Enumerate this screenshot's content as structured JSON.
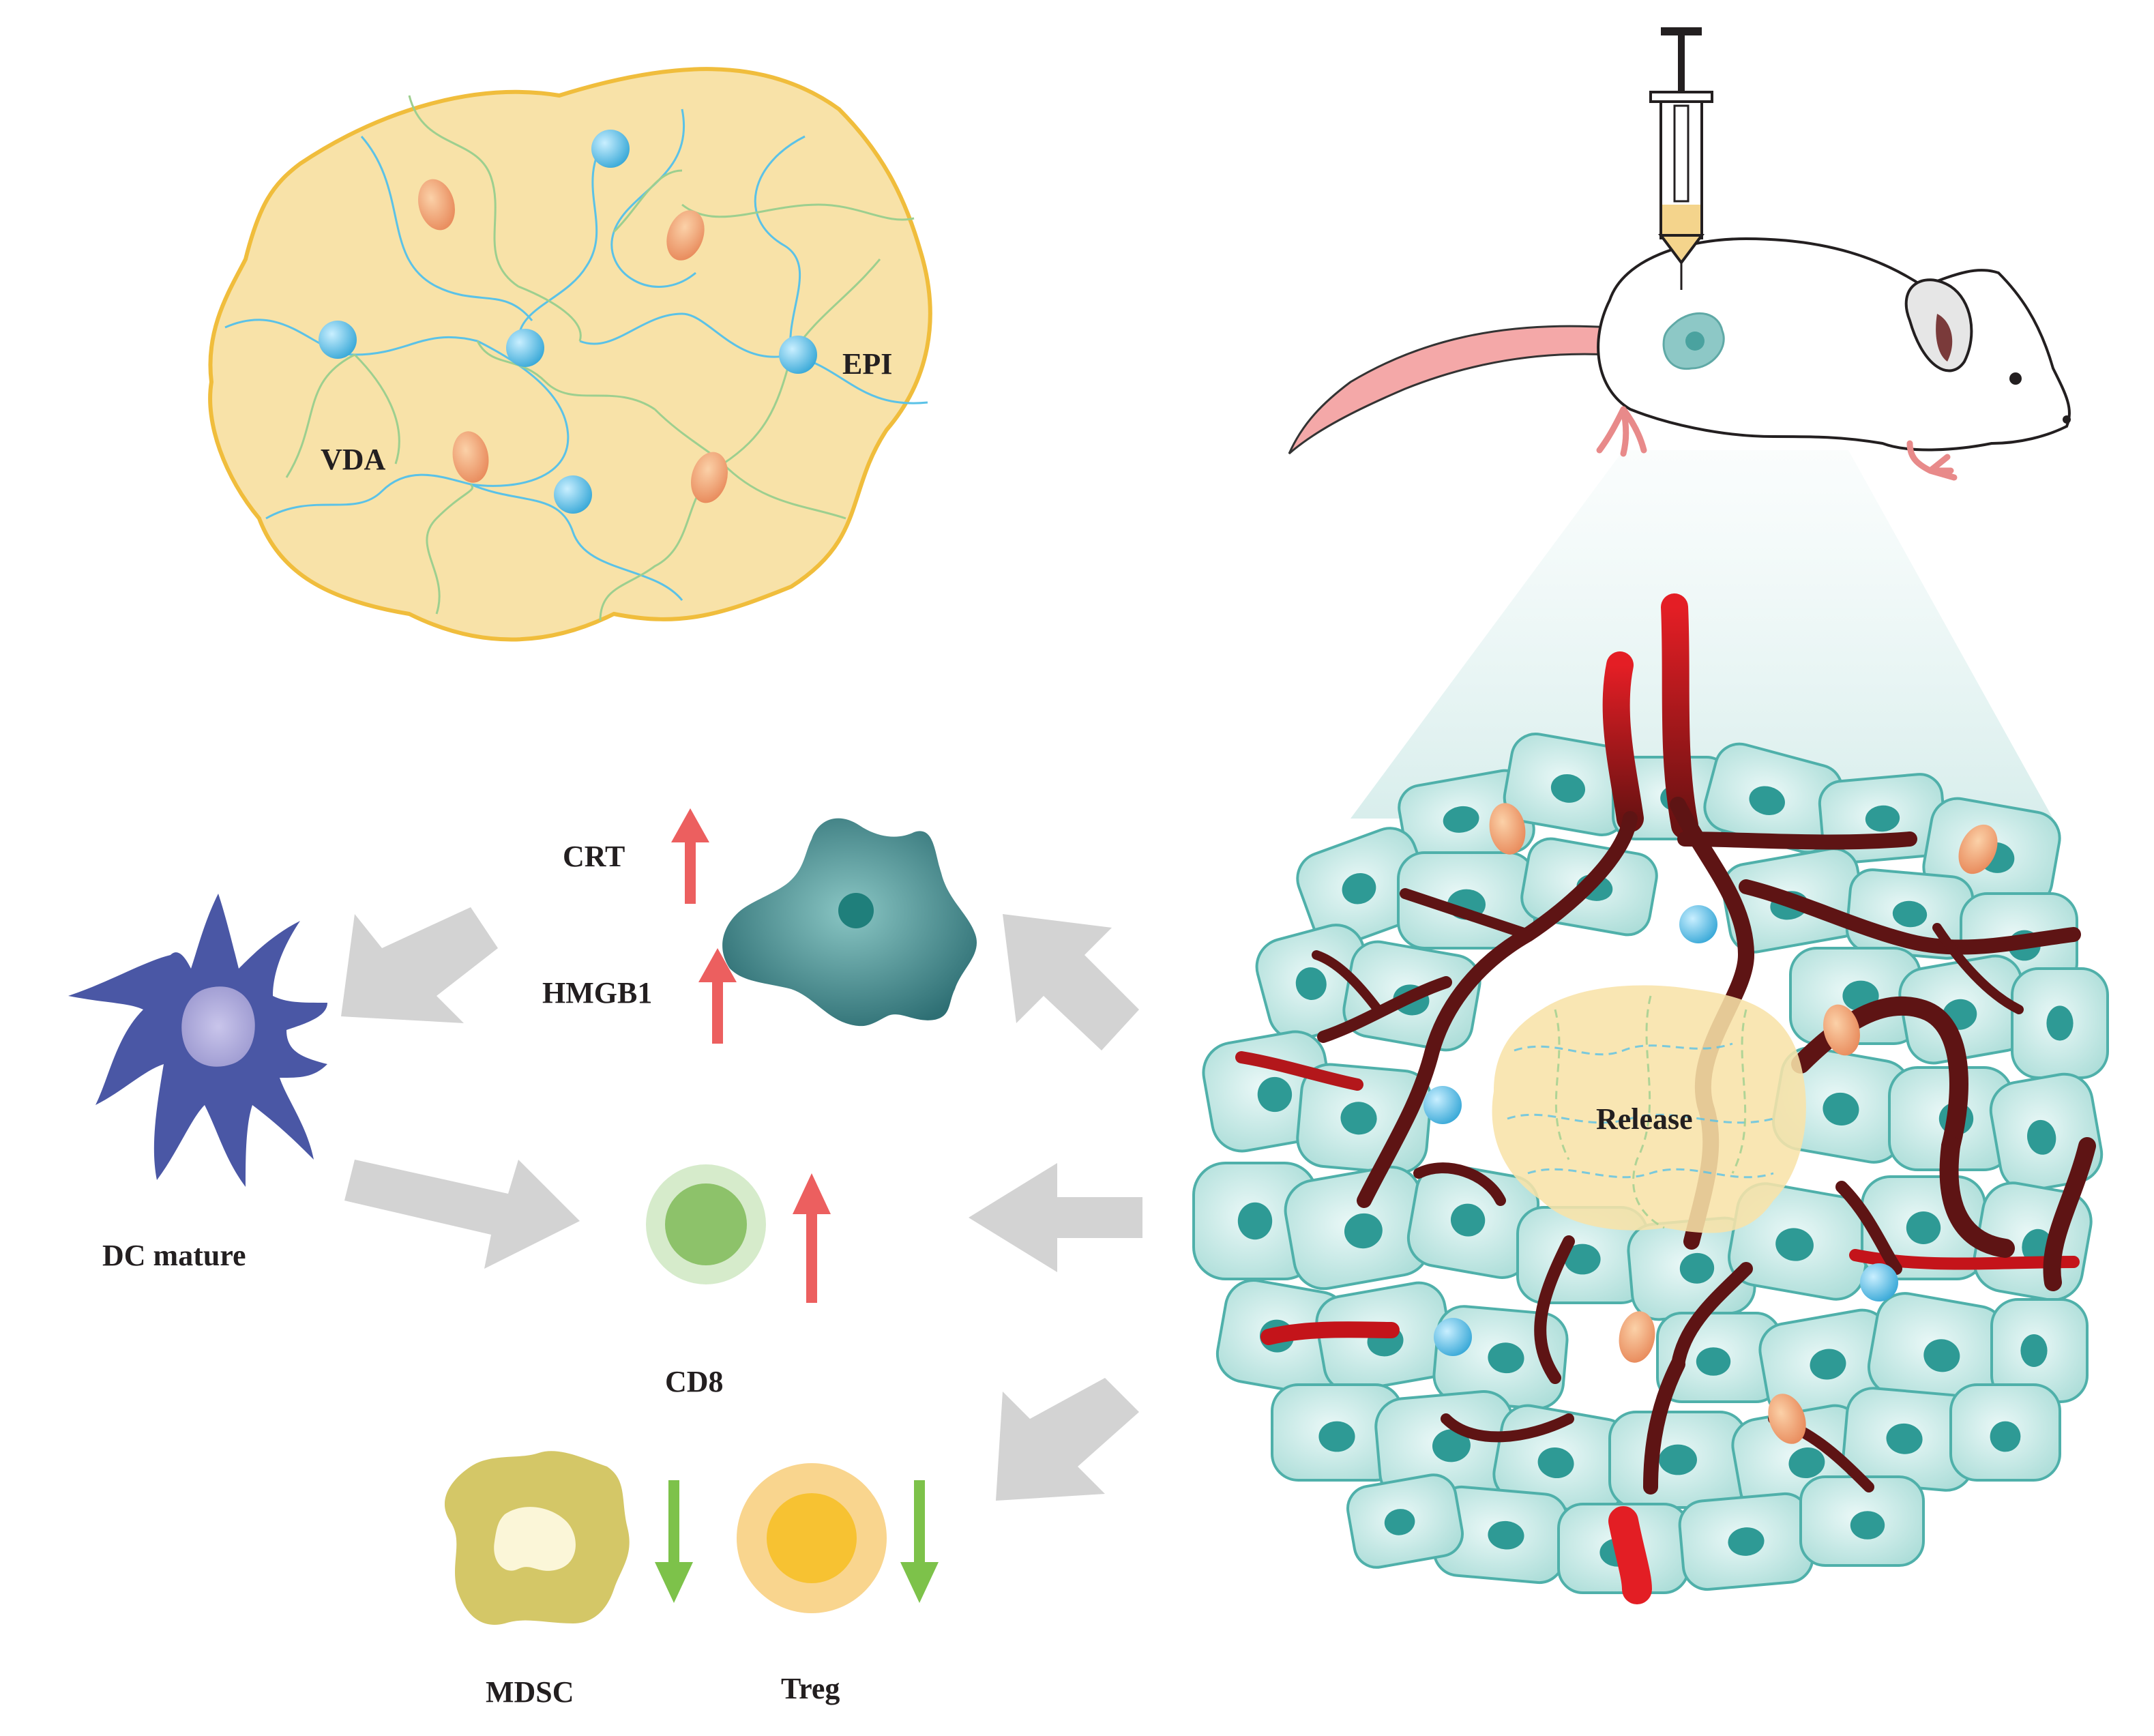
{
  "labels": {
    "epi": "EPI",
    "vda": "VDA",
    "release": "Release",
    "crt": "CRT",
    "hmgb1": "HMGB1",
    "dc_mature": "DC mature",
    "cd8": "CD8",
    "mdsc": "MDSC",
    "treg": "Treg"
  },
  "indicators": {
    "crt": "up",
    "hmgb1": "up",
    "cd8": "up",
    "mdsc": "down",
    "treg": "down"
  },
  "colors": {
    "hydrogel_fill": "#f8e2a8",
    "hydrogel_border": "#f0bd3c",
    "epi_particle": "#5bc2e7",
    "vda_particle": "#f0a070",
    "tumor_cell": "#c8ebe8",
    "tumor_nucleus": "#2e9a95",
    "vessel_dark": "#5e1414",
    "vessel_red": "#e31e24",
    "dc_cell": "#4a57a5",
    "cd8_cell": "#8dc26a",
    "mdsc_cell": "#d4c767",
    "treg_cell": "#f7c232",
    "up_arrow": "#ec5f5f",
    "down_arrow": "#7dc24a",
    "flow_arrow": "#d3d3d3"
  }
}
